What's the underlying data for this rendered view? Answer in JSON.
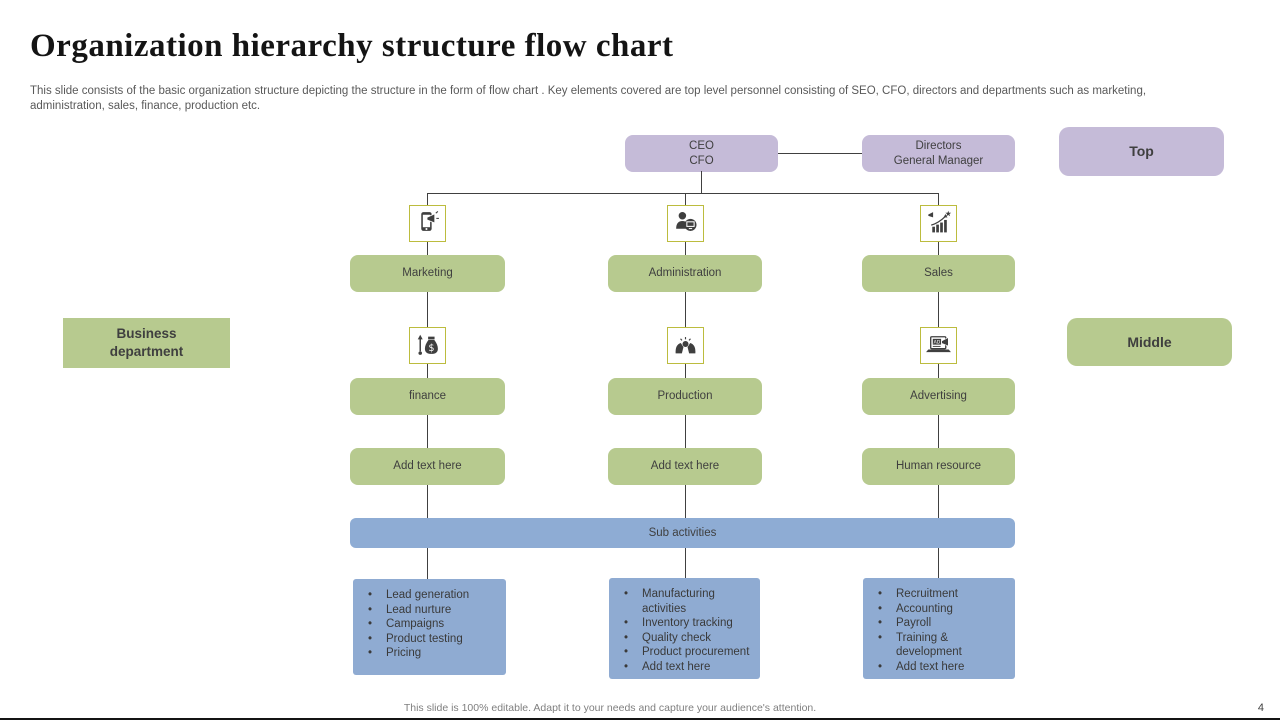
{
  "header": {
    "title": "Organization hierarchy structure flow chart",
    "description": "This slide consists of the basic organization structure depicting the structure in the form of flow chart . Key elements covered are top level personnel consisting of SEO,  CFO,  directors and departments such as marketing, administration, sales, finance, production etc."
  },
  "legend": {
    "top": "Top",
    "middle": "Middle",
    "business_department": {
      "line1": "Business",
      "line2": "department"
    }
  },
  "org": {
    "ceo": {
      "line1": "CEO",
      "line2": "CFO"
    },
    "directors": {
      "line1": "Directors",
      "line2": "General Manager"
    },
    "sub_activities": "Sub activities",
    "columns": [
      {
        "department": "Marketing",
        "icon_top": "mobile-marketing-icon",
        "icon_mid": "money-bag-finance-icon",
        "level2": "finance",
        "level3": "Add text here",
        "bullets": [
          "Lead generation",
          "Lead nurture",
          "Campaigns",
          "Product testing",
          "Pricing"
        ]
      },
      {
        "department": "Administration",
        "icon_top": "person-computer-icon",
        "icon_mid": "hands-holding-icon",
        "level2": "Production",
        "level3": "Add text here",
        "bullets": [
          "Manufacturing activities",
          "Inventory tracking",
          "Quality check",
          "Product procurement",
          "Add text here"
        ]
      },
      {
        "department": "Sales",
        "icon_top": "sales-growth-chart-icon",
        "icon_mid": "ad-laptop-megaphone-icon",
        "level2": "Advertising",
        "level3": "Human resource",
        "bullets": [
          "Recruitment",
          "Accounting",
          "Payroll",
          "Training & development",
          "Add text here"
        ]
      }
    ]
  },
  "footer": {
    "note": "This slide is 100% editable.  Adapt it to your needs and capture your audience's attention.",
    "page_number": "4"
  },
  "colors": {
    "lavender": "#c5bbd8",
    "green": "#b7ca8f",
    "blue": "#8eacd4",
    "icon_border": "#bcbc3e",
    "text_dark": "#3f3f3f",
    "line": "#404040"
  }
}
